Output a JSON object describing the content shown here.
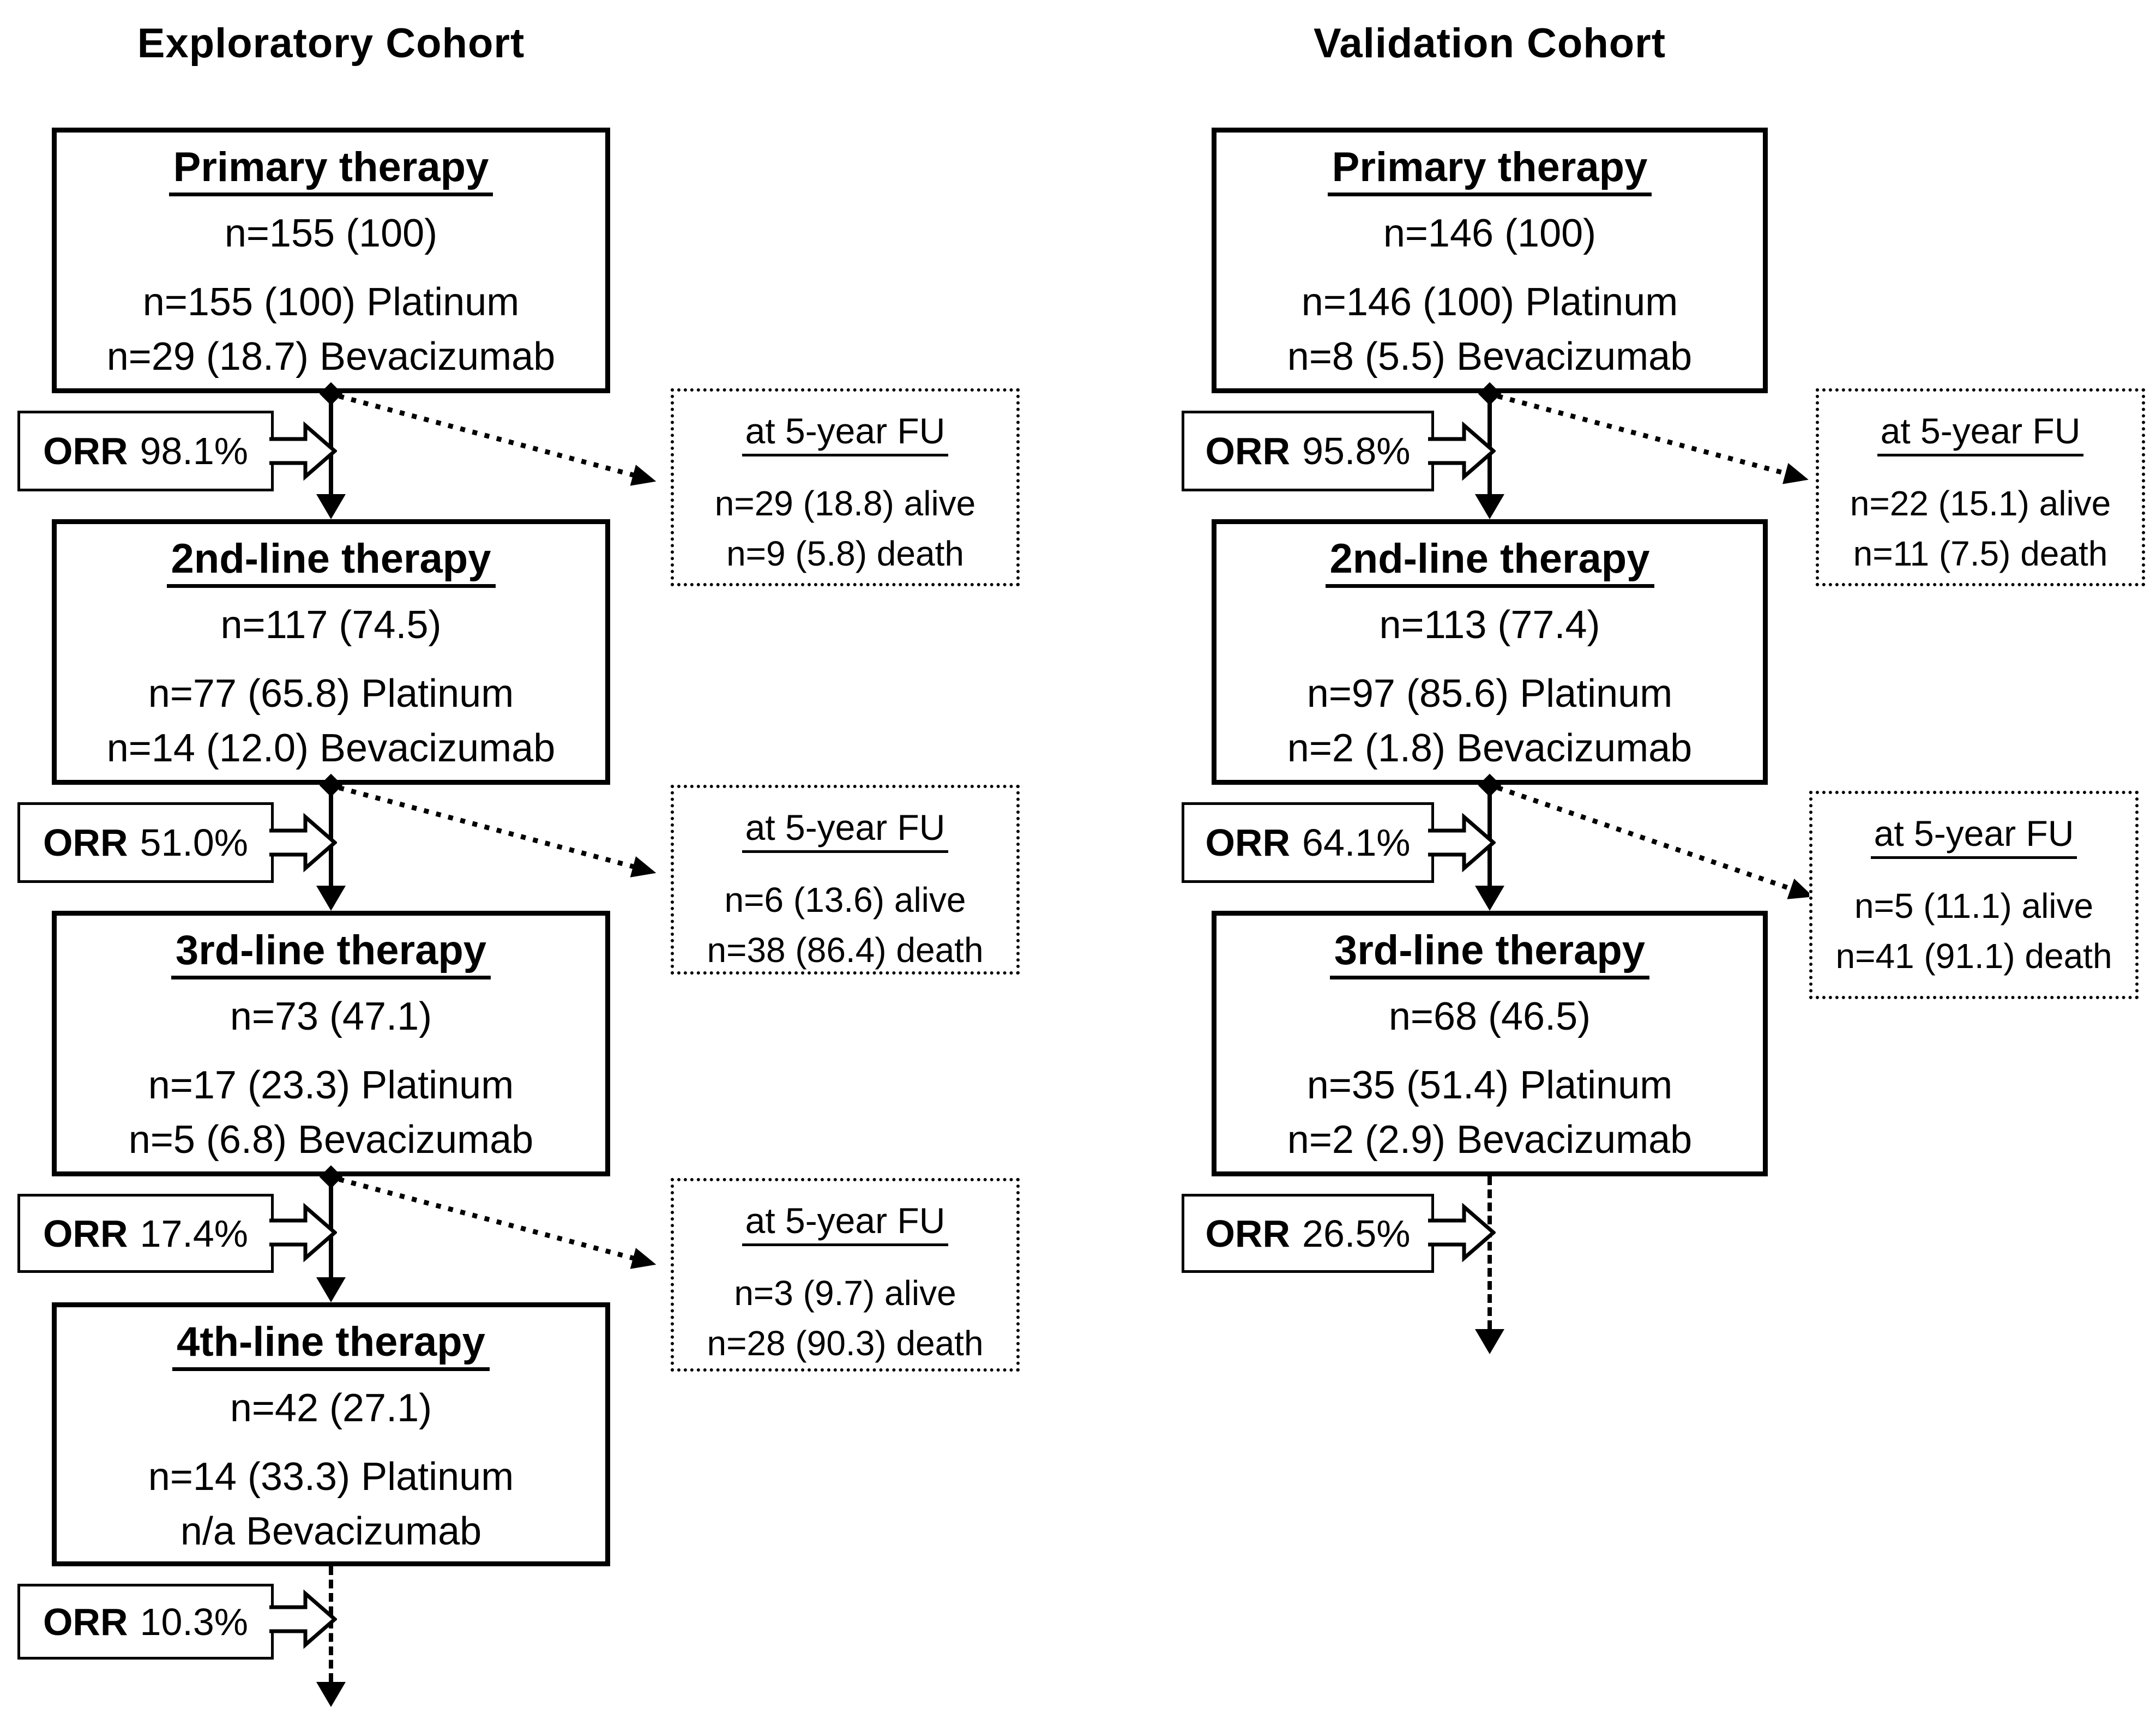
{
  "figure": {
    "type": "flow-diagram",
    "description": "Treatment-line flow per cohort with ORR per line and 5-year follow-up status",
    "colors": {
      "ink": "#000000",
      "paper": "#ffffff"
    }
  },
  "cohorts": [
    {
      "title": "Exploratory Cohort",
      "boxes": [
        {
          "header": "Primary therapy",
          "total": "n=155 (100)",
          "platinum": "n=155 (100) Platinum",
          "bevacizumab": "n=29 (18.7) Bevacizumab"
        },
        {
          "header": "2nd-line therapy",
          "total": "n=117 (74.5)",
          "platinum": "n=77 (65.8) Platinum",
          "bevacizumab": "n=14 (12.0) Bevacizumab"
        },
        {
          "header": "3rd-line therapy",
          "total": "n=73 (47.1)",
          "platinum": "n=17 (23.3) Platinum",
          "bevacizumab": "n=5 (6.8) Bevacizumab"
        },
        {
          "header": "4th-line therapy",
          "total": "n=42 (27.1)",
          "platinum": "n=14 (33.3) Platinum",
          "bevacizumab": "n/a Bevacizumab"
        }
      ],
      "orr": [
        {
          "label": "ORR",
          "value": "98.1%"
        },
        {
          "label": "ORR",
          "value": "51.0%"
        },
        {
          "label": "ORR",
          "value": "17.4%"
        },
        {
          "label": "ORR",
          "value": "10.3%"
        }
      ],
      "fu": [
        {
          "header": "at 5-year FU",
          "alive": "n=29 (18.8) alive",
          "death": "n=9 (5.8) death"
        },
        {
          "header": "at 5-year FU",
          "alive": "n=6 (13.6) alive",
          "death": "n=38 (86.4) death"
        },
        {
          "header": "at 5-year FU",
          "alive": "n=3 (9.7) alive",
          "death": "n=28 (90.3) death"
        }
      ]
    },
    {
      "title": "Validation Cohort",
      "boxes": [
        {
          "header": "Primary therapy",
          "total": "n=146 (100)",
          "platinum": "n=146 (100) Platinum",
          "bevacizumab": "n=8 (5.5) Bevacizumab"
        },
        {
          "header": "2nd-line therapy",
          "total": "n=113 (77.4)",
          "platinum": "n=97 (85.6) Platinum",
          "bevacizumab": "n=2 (1.8) Bevacizumab"
        },
        {
          "header": "3rd-line therapy",
          "total": "n=68 (46.5)",
          "platinum": "n=35 (51.4) Platinum",
          "bevacizumab": "n=2 (2.9) Bevacizumab"
        }
      ],
      "orr": [
        {
          "label": "ORR",
          "value": "95.8%"
        },
        {
          "label": "ORR",
          "value": "64.1%"
        },
        {
          "label": "ORR",
          "value": "26.5%"
        }
      ],
      "fu": [
        {
          "header": "at 5-year FU",
          "alive": "n=22 (15.1) alive",
          "death": "n=11 (7.5) death"
        },
        {
          "header": "at 5-year FU",
          "alive": "n=5 (11.1) alive",
          "death": "n=41 (91.1) death"
        }
      ]
    }
  ]
}
